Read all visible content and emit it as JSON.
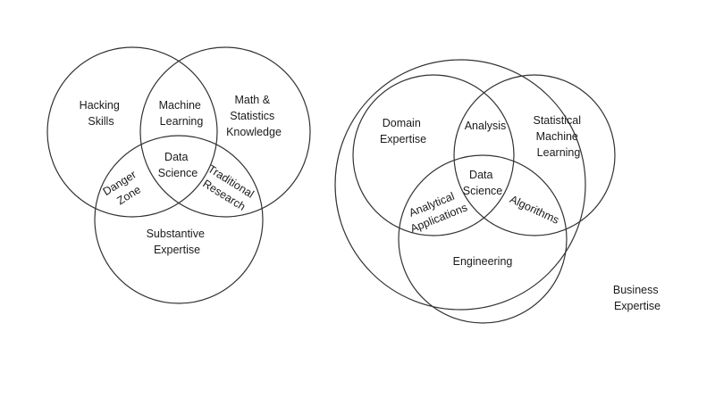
{
  "left_diagram": {
    "hacking": [
      "Hacking",
      "Skills"
    ],
    "ml": [
      "Machine",
      "Learning"
    ],
    "math": [
      "Math &",
      "Statistics",
      "Knowledge"
    ],
    "ds": [
      "Data",
      "Science"
    ],
    "danger": [
      "Danger",
      "Zone"
    ],
    "traditional": [
      "Traditional",
      "Research"
    ],
    "substantive": [
      "Substantive",
      "Expertise"
    ]
  },
  "right_diagram": {
    "domain": [
      "Domain",
      "Expertise"
    ],
    "analysis": "Analysis",
    "statml": [
      "Statistical",
      "Machine",
      "Learning"
    ],
    "ds": [
      "Data",
      "Science"
    ],
    "analytical": [
      "Analytical",
      "Applications"
    ],
    "algorithms": "Algorithms",
    "engineering": "Engineering",
    "business": [
      "Business",
      "Expertise"
    ]
  }
}
